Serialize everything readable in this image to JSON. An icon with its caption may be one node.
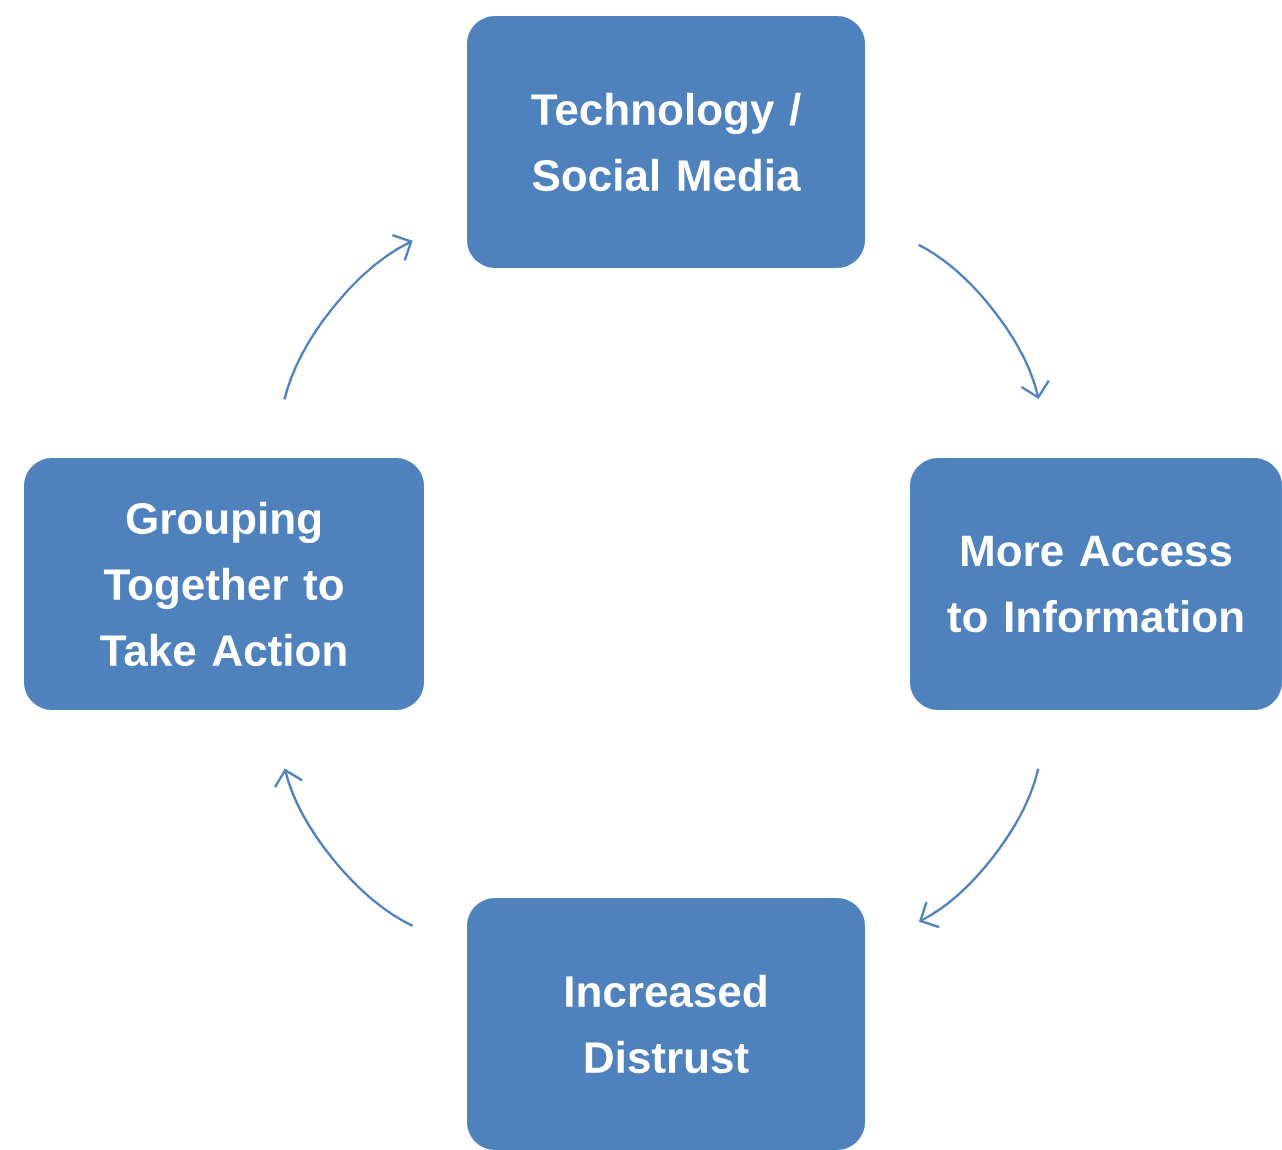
{
  "diagram": {
    "nodes": [
      {
        "text": [
          "Technology / Social Media"
        ]
      },
      {
        "text": [
          "More Access to Information"
        ]
      },
      {
        "text": [
          "Increased Distrust"
        ]
      },
      {
        "text": [
          "Grouping Together to Take Action"
        ]
      }
    ],
    "edges": [
      {
        "from": 0,
        "to": 1,
        "arrow": "to"
      },
      {
        "from": 1,
        "to": 2,
        "arrow": "to"
      },
      {
        "from": 2,
        "to": 3,
        "arrow": "to"
      },
      {
        "from": 3,
        "to": 0,
        "arrow": "to"
      }
    ]
  }
}
